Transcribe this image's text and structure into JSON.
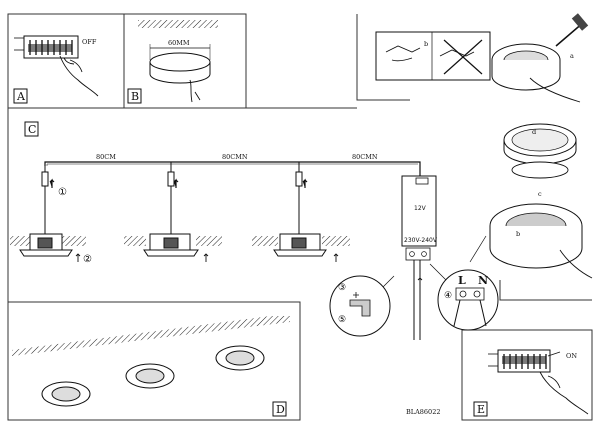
{
  "panel_labels": {
    "a": "A",
    "b": "B",
    "c": "C",
    "d": "D",
    "e": "E"
  },
  "panel_a": {
    "switch_state": "OFF"
  },
  "panel_b": {
    "dimension": "60MM"
  },
  "panel_c": {
    "cable_lengths": [
      "80CM",
      "80CMN",
      "80CMN"
    ],
    "step_1": "①",
    "step_2": "②",
    "step_3": "③",
    "step_4": "④",
    "step_5": "⑤",
    "driver_output": "12V",
    "driver_input": "230V-240V",
    "terminal_L": "L",
    "terminal_N": "N"
  },
  "exploded_view": {
    "letter_a": "a",
    "letter_b": "b",
    "letter_c": "c",
    "letter_d": "d"
  },
  "panel_e": {
    "switch_state": "ON"
  },
  "model_code": "BLA86022",
  "icons": [
    "screwdriver-icon",
    "crossed-out-icon",
    "hand-icon",
    "wire-icon"
  ]
}
